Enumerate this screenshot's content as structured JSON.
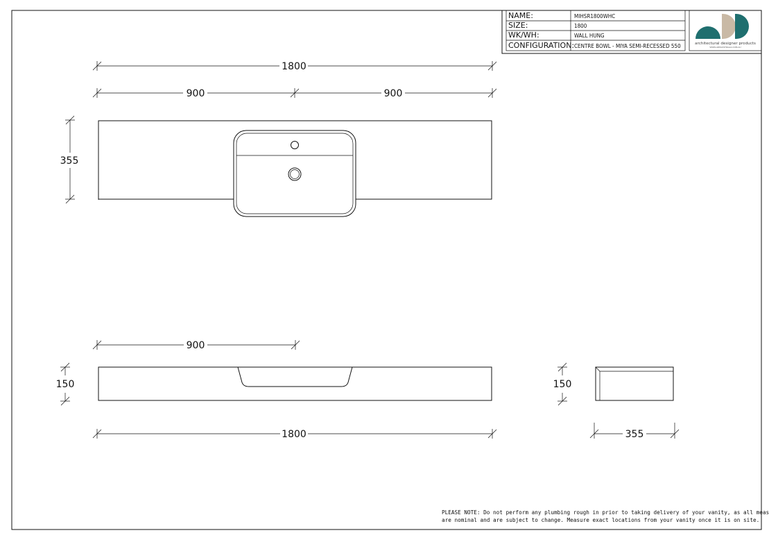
{
  "title_block": {
    "rows": [
      {
        "label": "NAME:",
        "value": "MIHSR1800WHC"
      },
      {
        "label": "SIZE:",
        "value": "1800"
      },
      {
        "label": "WK/WH:",
        "value": "WALL HUNG"
      },
      {
        "label": "CONFIGURATION:",
        "value": "CENTRE BOWL - MIYA SEMI-RECESSED 550"
      }
    ],
    "logo_text": "architectural designer products",
    "logo_url": "WWW.ADPAUSTRALIA.COM.AU",
    "logo_colors": {
      "teal": "#1f6f6f",
      "beige": "#c9b9a5"
    }
  },
  "plan_view": {
    "overall_width": "1800",
    "half_left": "900",
    "half_right": "900",
    "depth": "355"
  },
  "front_view": {
    "offset": "900",
    "height": "150",
    "overall_width": "1800"
  },
  "side_view": {
    "height": "150",
    "depth": "355"
  },
  "note": {
    "line1": "PLEASE NOTE: Do not perform any plumbing rough in prior to taking delivery of your vanity, as all measurements",
    "line2": "are nominal and are subject to change. Measure exact locations from your vanity once it is on site."
  }
}
